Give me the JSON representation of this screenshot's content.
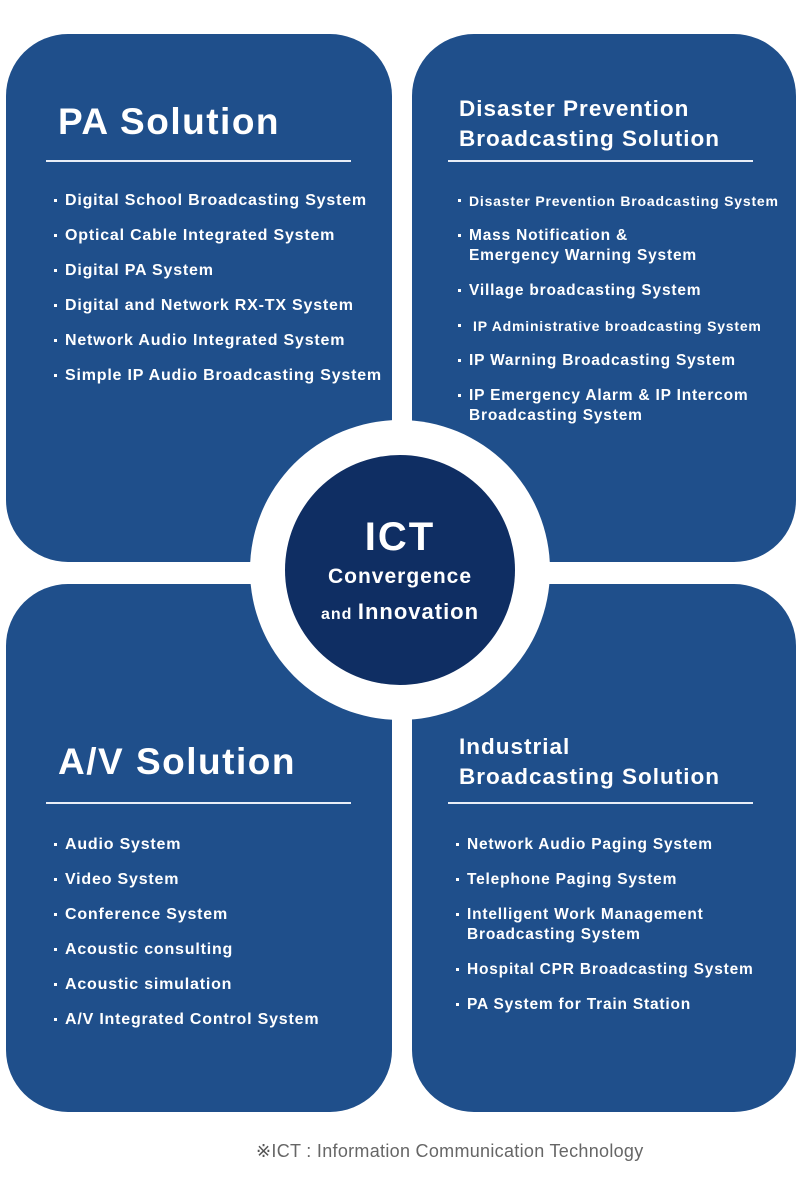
{
  "pa": {
    "title": "PA Solution",
    "items": [
      "Digital School Broadcasting System",
      "Optical Cable Integrated System",
      "Digital PA System",
      "Digital and Network RX-TX System",
      "Network Audio Integrated System",
      "Simple IP Audio Broadcasting System"
    ]
  },
  "disaster": {
    "title_line1": "Disaster Prevention",
    "title_line2": "Broadcasting Solution",
    "items": [
      [
        "Disaster Prevention Broadcasting System"
      ],
      [
        "Mass Notification &",
        "Emergency Warning System"
      ],
      [
        "Village broadcasting System"
      ],
      [
        "IP Administrative broadcasting System"
      ],
      [
        "IP Warning Broadcasting System"
      ],
      [
        "IP Emergency Alarm & IP Intercom",
        "Broadcasting System"
      ]
    ]
  },
  "av": {
    "title": "A/V Solution",
    "items": [
      "Audio System",
      "Video System",
      "Conference System",
      "Acoustic consulting",
      "Acoustic simulation",
      "A/V Integrated Control System"
    ]
  },
  "industrial": {
    "title_line1": "Industrial",
    "title_line2": "Broadcasting Solution",
    "items": [
      [
        "Network Audio Paging System"
      ],
      [
        "Telephone Paging System"
      ],
      [
        "Intelligent Work Management",
        "Broadcasting System"
      ],
      [
        "Hospital CPR Broadcasting System"
      ],
      [
        "PA System for Train Station"
      ]
    ]
  },
  "center": {
    "title": "ICT",
    "line1": "Convergence",
    "line2_prefix": "and",
    "line2_word": "Innovation"
  },
  "footnote": {
    "mark": "※",
    "term": "ICT",
    "separator": ":",
    "definition": "Information Communication Technology"
  },
  "colors": {
    "panel": "#1f4f8b",
    "core": "#0f2e63"
  }
}
